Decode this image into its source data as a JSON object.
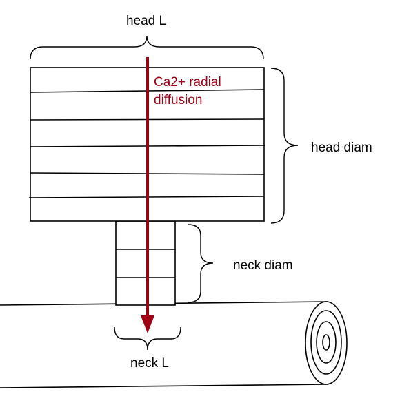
{
  "labels": {
    "head_length": "head L",
    "head_diameter": "head diam",
    "neck_diameter": "neck diam",
    "neck_length": "neck L",
    "diffusion_line1": "Ca2+ radial",
    "diffusion_line2": "diffusion"
  },
  "colors": {
    "arrow": "#A00014",
    "outline": "#000000",
    "background": "#FFFFFF"
  },
  "structure": {
    "head_compartments": 6,
    "neck_compartments": 3
  }
}
